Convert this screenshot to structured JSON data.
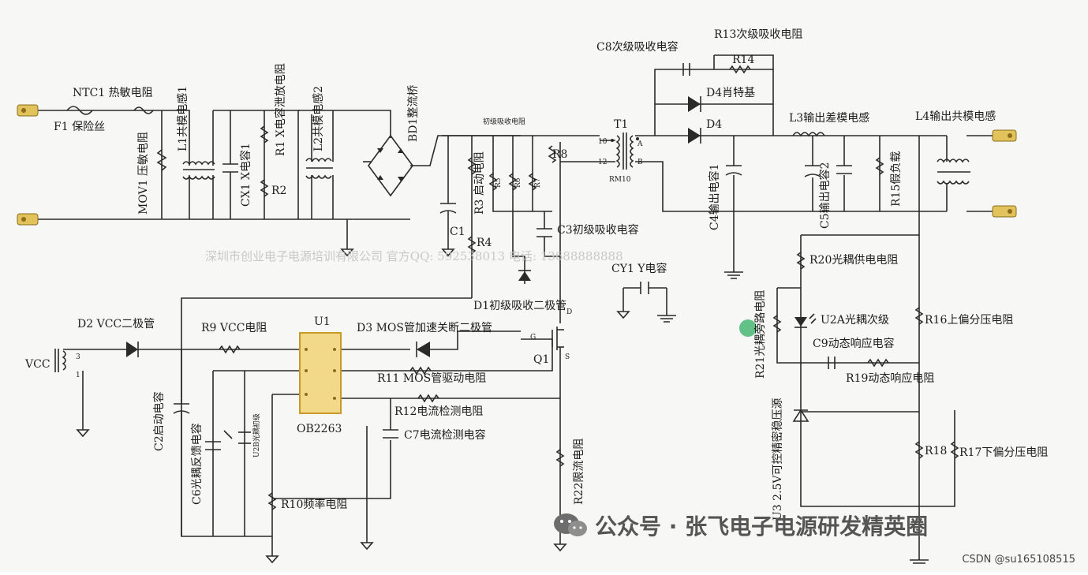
{
  "labels": {
    "ntc1": "NTC1 热敏电阻",
    "f1": "F1 保险丝",
    "mov1": "MOV1 压敏电阻",
    "l1": "L1共模电感1",
    "cx1": "CX1 X电容1",
    "r1": "R1 X电容泄放电阻",
    "r2": "R2",
    "l2": "L2共模电感2",
    "bd1": "BD1整流桥",
    "snubber": "初级吸收电阻",
    "r5": "R5",
    "r6": "R6",
    "r7": "R7",
    "r8": "R8",
    "r3": "R3 启动电阻",
    "r4": "R4",
    "c1": "C1",
    "c3": "C3初级吸收电容",
    "t1": "T1",
    "pin10": "10",
    "pin12": "12",
    "pinA": "A",
    "pinB": "B",
    "rm10": "RM10",
    "c8": "C8次级吸收电容",
    "r13": "R13次级吸收电阻",
    "r14": "R14",
    "d4s": "D4肖特基",
    "d4": "D4",
    "l3": "L3输出差模电感",
    "l4": "L4输出共模电感",
    "c4": "C4输出电容1",
    "c5": "C5输出电容2",
    "r15": "R15假负载",
    "cy1": "CY1 Y电容",
    "d1": "D1初级吸收二极管",
    "d2": "D2 VCC二极管",
    "r9": "R9 VCC电阻",
    "u1": "U1",
    "ob2263": "OB2263",
    "d3": "D3 MOS管加速关断二极管",
    "r11": "R11 MOS管驱动电阻",
    "q1": "Q1",
    "pinG": "G",
    "pinS": "S",
    "pinD": "D",
    "vcc": "VCC",
    "pin3": "3",
    "pin1": "1",
    "c2": "C2启动电容",
    "c6": "C6光耦反馈电容",
    "u2b": "U2B光耦初级",
    "r12": "R12电流检测电阻",
    "c7": "C7电流检测电容",
    "r10": "R10频率电阻",
    "r22": "R22限流电阻",
    "r20": "R20光耦供电电阻",
    "u2a": "U2A光耦次级",
    "c9": "C9动态响应电容",
    "r19": "R19动态响应电阻",
    "r21": "R21光耦旁路电阻",
    "r16": "R16上偏分压电阻",
    "r18": "R18",
    "r17": "R17下偏分压电阻",
    "u3": "U3 2.5V可控精密稳压源"
  },
  "watermark": "深圳市创业电子电源培训有限公司  官方QQ: 592538013  电话: 13688888888",
  "wechat_text": "公众号 · 张飞电子电源研发精英圈",
  "credit": "CSDN @su165108515",
  "colors": {
    "wire": "#2a2a2a",
    "ic_fill": "#f2d98a",
    "ic_stroke": "#c99a2a",
    "terminal": "#e2c25a",
    "watermark": "#c8c8c8",
    "accent_green": "#3bb36a"
  }
}
